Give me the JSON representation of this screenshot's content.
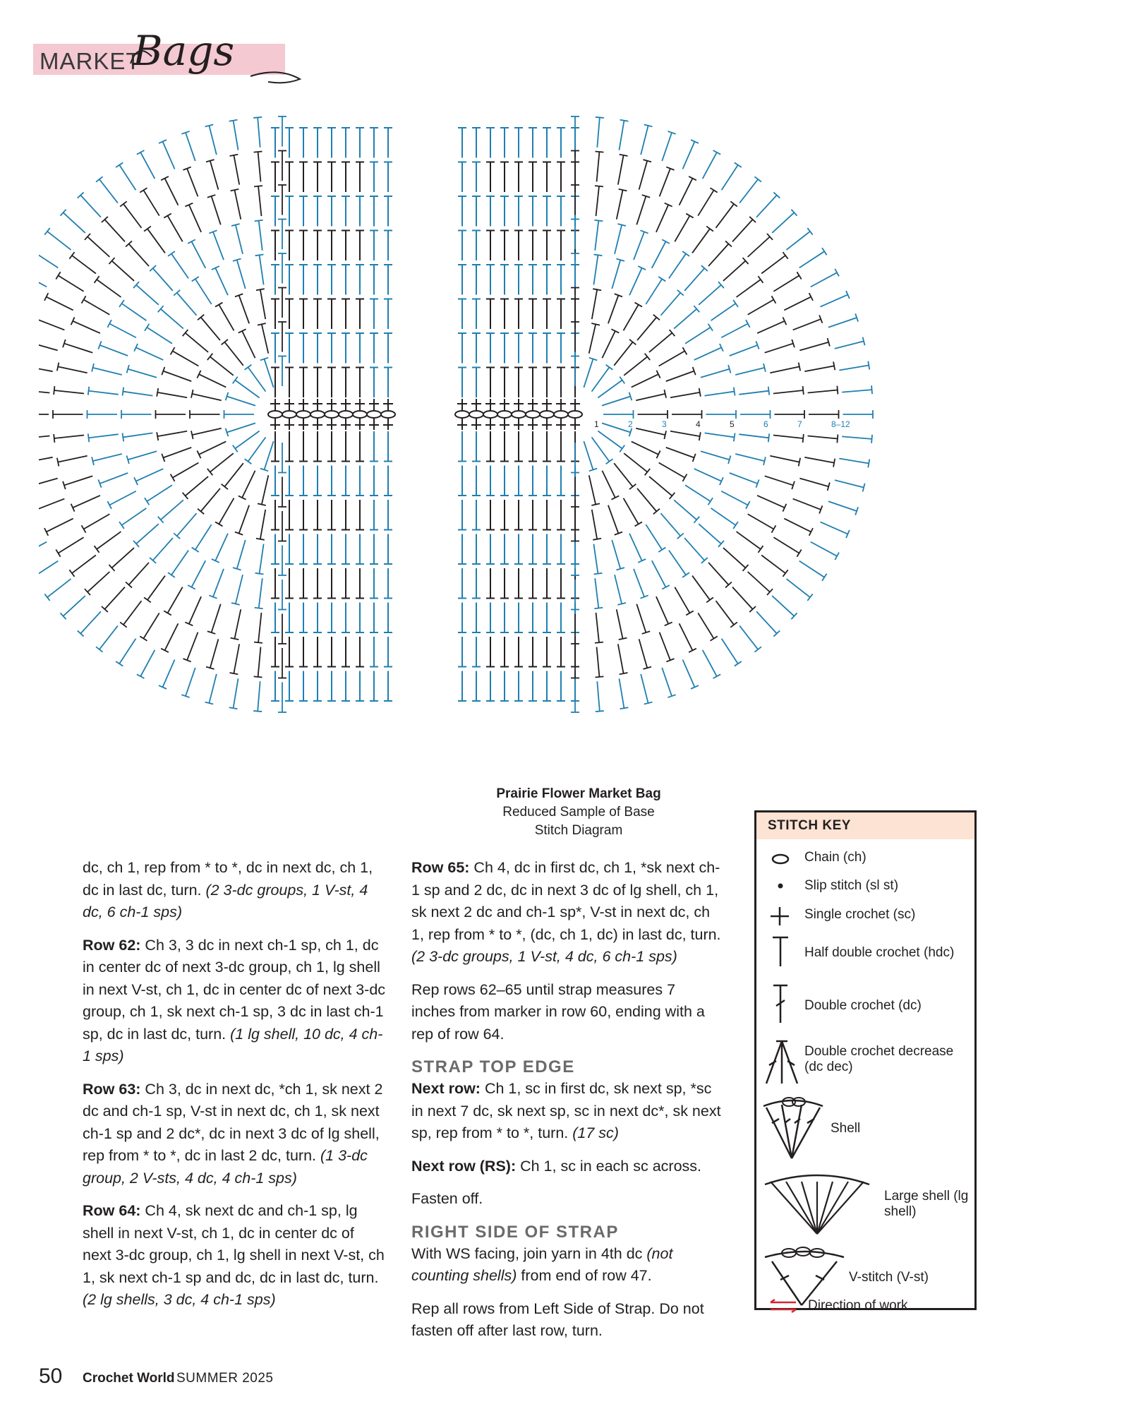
{
  "header": {
    "section_word": "MARKET",
    "section_script": "Bags",
    "tag_color": "#f4c9d2"
  },
  "diagram": {
    "colors": {
      "blue": "#1f7fb0",
      "black": "#231f20",
      "light_blue": "#a7cde0"
    },
    "row_labels": [
      "1",
      "2",
      "3",
      "4",
      "5",
      "6",
      "7",
      "8–12"
    ]
  },
  "caption": {
    "title": "Prairie Flower Market Bag",
    "line2": "Reduced Sample of Base",
    "line3": "Stitch Diagram"
  },
  "col1": {
    "p0": {
      "text": "dc, ch 1, rep from * to *, dc in next dc, ch 1, dc in last dc, turn. ",
      "tail": "(2 3-dc groups, 1 V-st, 4 dc, 6 ch-1 sps)"
    },
    "p1": {
      "label": "Row 62:",
      "text": " Ch 3, 3 dc in next ch-1 sp, ch 1, dc in center dc of next 3-dc group, ch 1, lg shell in next V-st, ch 1, dc in center dc of next 3-dc group, ch 1, sk next ch-1 sp, 3 dc in last ch-1 sp, dc in last dc, turn. ",
      "tail": "(1 lg shell, 10 dc, 4 ch-1 sps)"
    },
    "p2": {
      "label": "Row 63:",
      "text": " Ch 3, dc in next dc, *ch 1, sk next 2 dc and ch-1 sp, V-st in next dc, ch 1, sk next ch-1 sp and 2 dc*, dc in next 3 dc of lg shell, rep from * to *, dc in last 2 dc, turn. ",
      "tail": "(1 3-dc group, 2 V-sts, 4 dc, 4 ch-1 sps)"
    },
    "p3": {
      "label": "Row 64:",
      "text": " Ch 4, sk next dc and ch-1 sp, lg shell in next V-st, ch 1, dc in center dc of next 3-dc group, ch 1, lg shell in next V-st, ch 1, sk next ch-1 sp and dc, dc in last dc, turn. ",
      "tail": "(2 lg shells, 3 dc, 4 ch-1 sps)"
    }
  },
  "col2": {
    "p0": {
      "label": "Row 65:",
      "text": " Ch 4, dc in first dc, ch 1, *sk next ch-1 sp and 2 dc, dc in next 3 dc of lg shell, ch 1, sk next 2 dc and ch-1 sp*, V-st in next dc, ch 1, rep from * to *, (dc, ch 1, dc) in last dc, turn. ",
      "tail": "(2 3-dc groups, 1 V-st, 4 dc, 6 ch-1 sps)"
    },
    "p1": {
      "text": "Rep rows 62–65 until strap measures 7 inches from marker in row 60, ending with a rep of row 64."
    },
    "h1": "STRAP TOP EDGE",
    "p2": {
      "label": "Next row:",
      "text": " Ch 1, sc in first dc, sk next sp, *sc in next 7 dc, sk next sp, sc in next dc*, sk next sp, rep from * to *, turn. ",
      "tail": "(17 sc)"
    },
    "p3": {
      "label": "Next row (RS):",
      "text": " Ch 1, sc in each sc across."
    },
    "p4": {
      "text": "Fasten off."
    },
    "h2": "RIGHT SIDE OF STRAP",
    "p5": {
      "text_a": "With WS facing, join yarn in 4th dc ",
      "italic": "(not counting shells)",
      "text_b": " from end of row 47."
    },
    "p6": {
      "text": "Rep all rows from Left Side of Strap. Do not fasten off after last row, turn."
    }
  },
  "key": {
    "title": "STITCH KEY",
    "header_color": "#fde3d3",
    "items": [
      {
        "icon": "chain-icon",
        "label": "Chain (ch)"
      },
      {
        "icon": "slip-stitch-icon",
        "label": "Slip stitch (sl st)"
      },
      {
        "icon": "single-crochet-icon",
        "label": "Single crochet (sc)"
      },
      {
        "icon": "half-double-crochet-icon",
        "label": "Half double crochet (hdc)"
      },
      {
        "icon": "double-crochet-icon",
        "label": "Double crochet (dc)"
      },
      {
        "icon": "dc-decrease-icon",
        "label": "Double crochet decrease (dc dec)"
      },
      {
        "icon": "shell-icon",
        "label": "Shell"
      },
      {
        "icon": "large-shell-icon",
        "label": "Large shell (lg shell)"
      },
      {
        "icon": "v-stitch-icon",
        "label": "V-stitch (V-st)"
      },
      {
        "icon": "direction-arrows-icon",
        "label": "Direction of work"
      }
    ],
    "arrow_color": "#d7262e"
  },
  "footer": {
    "page": "50",
    "magazine": "Crochet World",
    "issue": "SUMMER 2025"
  }
}
